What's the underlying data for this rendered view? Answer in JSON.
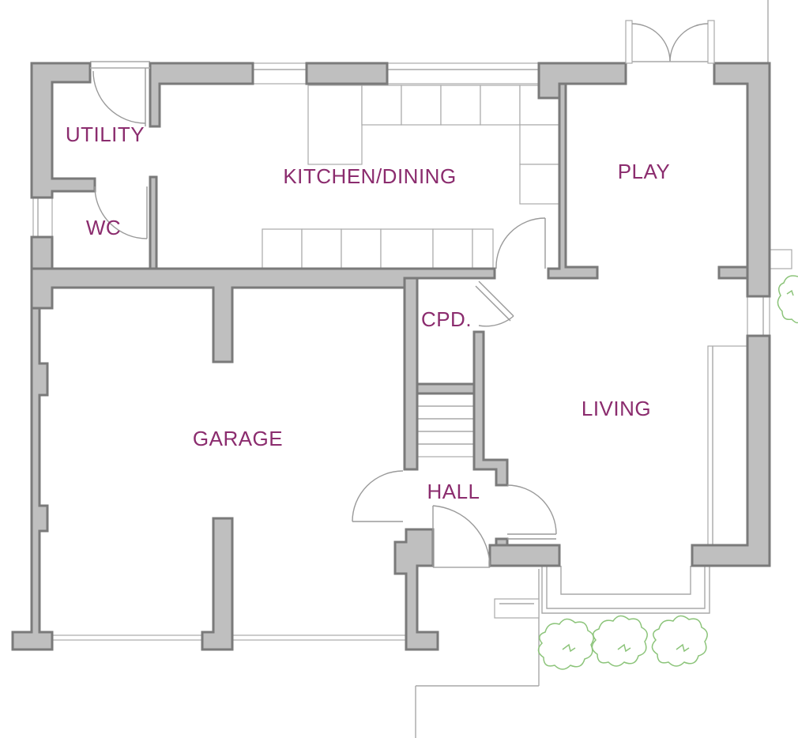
{
  "colors": {
    "label": "#8b2c6e",
    "wall_fill": "#bfbfbf",
    "wall_stroke": "#7a7a7a",
    "fixture_line": "#a9a9a9",
    "shrub": "#8cc47a"
  },
  "rooms": {
    "utility": "UTILITY",
    "wc": "WC",
    "kitchen_dining": "KITCHEN/DINING",
    "play": "PLAY",
    "cupboard": "CPD.",
    "living": "LIVING",
    "garage": "GARAGE",
    "hall": "HALL"
  },
  "icons": [
    "door-swing-icon",
    "window-icon",
    "stairs-icon",
    "shrub-icon"
  ]
}
